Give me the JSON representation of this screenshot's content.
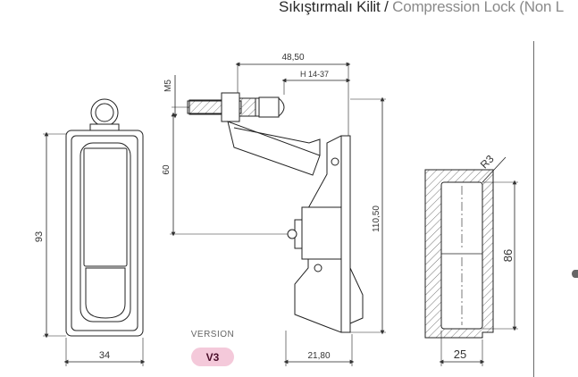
{
  "header": {
    "title_tr": "Sıkıştırmalı Kilit",
    "separator": "/",
    "title_en": "Compression Lock (Non L"
  },
  "dimensions": {
    "d_48_50": "48,50",
    "d_h14_37": "H 14-37",
    "d_m5": "M5",
    "d_60": "60",
    "d_93": "93",
    "d_110_50": "110,50",
    "d_34": "34",
    "d_21_80": "21,80",
    "d_r3": "R3",
    "d_86": "86",
    "d_25": "25"
  },
  "version": {
    "label": "VERSION",
    "value": "V3",
    "badge_color": "#f4c9da"
  }
}
